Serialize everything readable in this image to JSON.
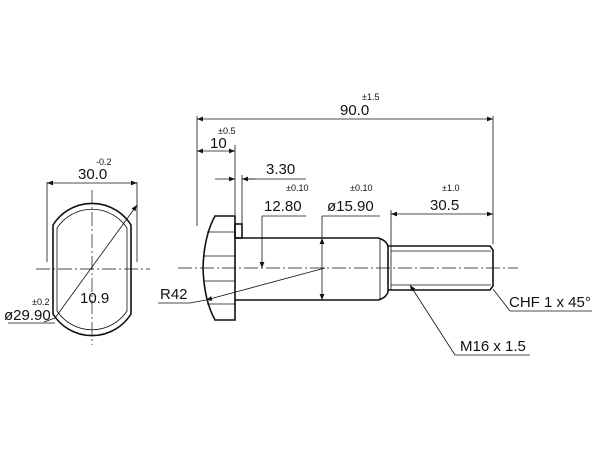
{
  "end_view": {
    "width": "30.0",
    "width_tol": "-0.2",
    "diameter": "ø29.90",
    "diameter_tol": "±0.2",
    "grade": "10.9"
  },
  "side_view": {
    "length": "90.0",
    "length_tol": "±1.5",
    "head_height": "10",
    "head_height_tol": "±0.5",
    "collar": "3.30",
    "radius_dim": "12.80",
    "radius_dim_tol": "±0.10",
    "shank_diameter": "ø15.90",
    "shank_diameter_tol": "±0.10",
    "thread_length": "30.5",
    "thread_length_tol": "±1.0",
    "head_radius": "R42",
    "chamfer": "CHF 1 x 45°",
    "thread": "M16 x 1.5"
  }
}
